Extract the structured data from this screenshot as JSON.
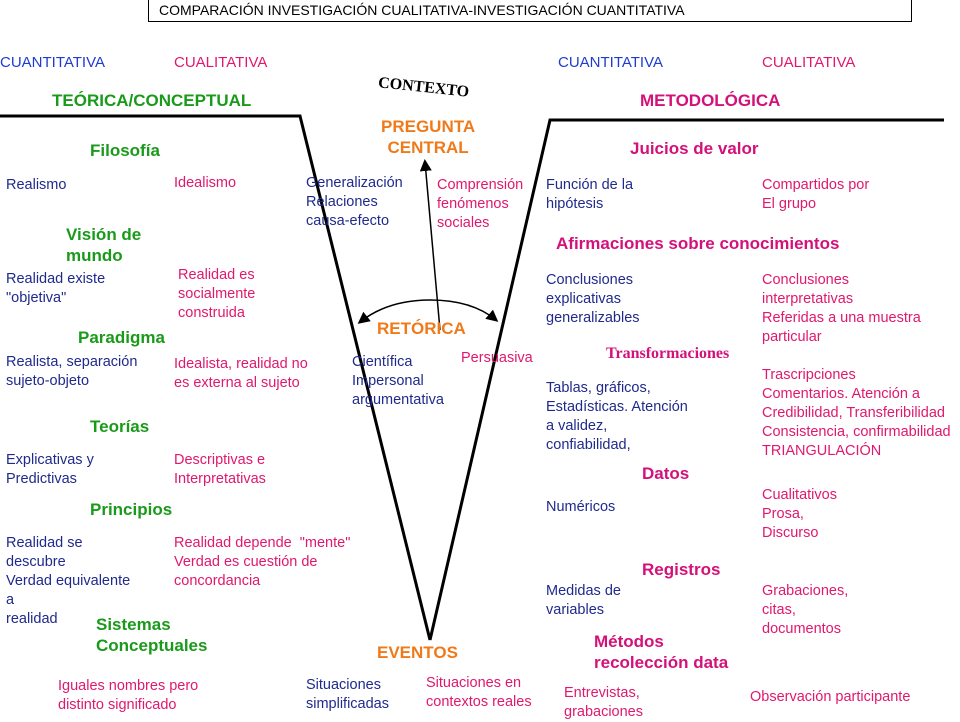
{
  "title": "COMPARACIÓN INVESTIGACIÓN CUALITATIVA-INVESTIGACIÓN CUANTITATIVA",
  "headers": {
    "left_quant": "CUANTITATIVA",
    "left_qual": "CUALITATIVA",
    "right_quant": "CUANTITATIVA",
    "right_qual": "CUALITATIVA"
  },
  "sections": {
    "theoretical": "TEÓRICA/CONCEPTUAL",
    "methodological": "METODOLÓGICA"
  },
  "center": {
    "context": "CONTEXTO",
    "central_question": "PREGUNTA\nCENTRAL",
    "rhetoric": "RETÓRICA",
    "events": "EVENTOS",
    "generalization": "Generalización\nRelaciones\ncausa-efecto",
    "comprehension": "Comprensión\nfenómenos\nsociales",
    "scientific": "Científica\nImpersonal\nargumentativa",
    "persuasive": "Persuasiva",
    "simplified": "Situaciones\nsimplificadas",
    "real_contexts": "Situaciones en\ncontextos reales"
  },
  "left": {
    "philosophy": {
      "title": "Filosofía",
      "quant": "Realismo",
      "qual": "Idealismo"
    },
    "worldview": {
      "title": "Visión de\nmundo",
      "quant": "Realidad existe\n\"objetiva\"",
      "qual": "Realidad es\nsocialmente\nconstruida"
    },
    "paradigm": {
      "title": "Paradigma",
      "quant": "Realista, separación\nsujeto-objeto",
      "qual": "Idealista, realidad no\nes externa al sujeto"
    },
    "theories": {
      "title": "Teorías",
      "quant": "Explicativas y\nPredictivas",
      "qual": "Descriptivas e\nInterpretativas"
    },
    "principles": {
      "title": "Principios",
      "quant": "Realidad se\ndescubre\nVerdad equivalente\na\nrealidad",
      "qual": "Realidad depende  \"mente\"\nVerdad es cuestión de\nconcordancia"
    },
    "conceptual_systems": {
      "title": "Sistemas\nConceptuales",
      "qual": "Iguales nombres pero\ndistinto significado"
    }
  },
  "right": {
    "value_judgments": {
      "title": "Juicios de valor",
      "quant": "Función de la\nhipótesis",
      "qual": "Compartidos por\nEl grupo"
    },
    "knowledge_claims": {
      "title": "Afirmaciones sobre conocimientos",
      "quant": "Conclusiones\nexplicativas\ngeneralizables",
      "qual": "Conclusiones\ninterpretativas\nReferidas a una muestra\nparticular"
    },
    "transformations": {
      "title": "Transformaciones",
      "quant": "Tablas, gráficos,\nEstadísticas. Atención\na validez,\nconfiabilidad,",
      "qual": "Trascripciones\nComentarios. Atención a\nCredibilidad, Transferibilidad\nConsistencia, confirmabilidad\nTRIANGULACIÓN"
    },
    "data": {
      "title": "Datos",
      "quant": "Numéricos",
      "qual": "Cualitativos\nProsa,\nDiscurso"
    },
    "records": {
      "title": "Registros",
      "quant": "Medidas de\nvariables",
      "qual": "Grabaciones,\ncitas,\ndocumentos"
    },
    "methods": {
      "title": "Métodos\nrecolección data",
      "quant": "Entrevistas,\ngrabaciones",
      "qual": "Observación participante"
    }
  }
}
